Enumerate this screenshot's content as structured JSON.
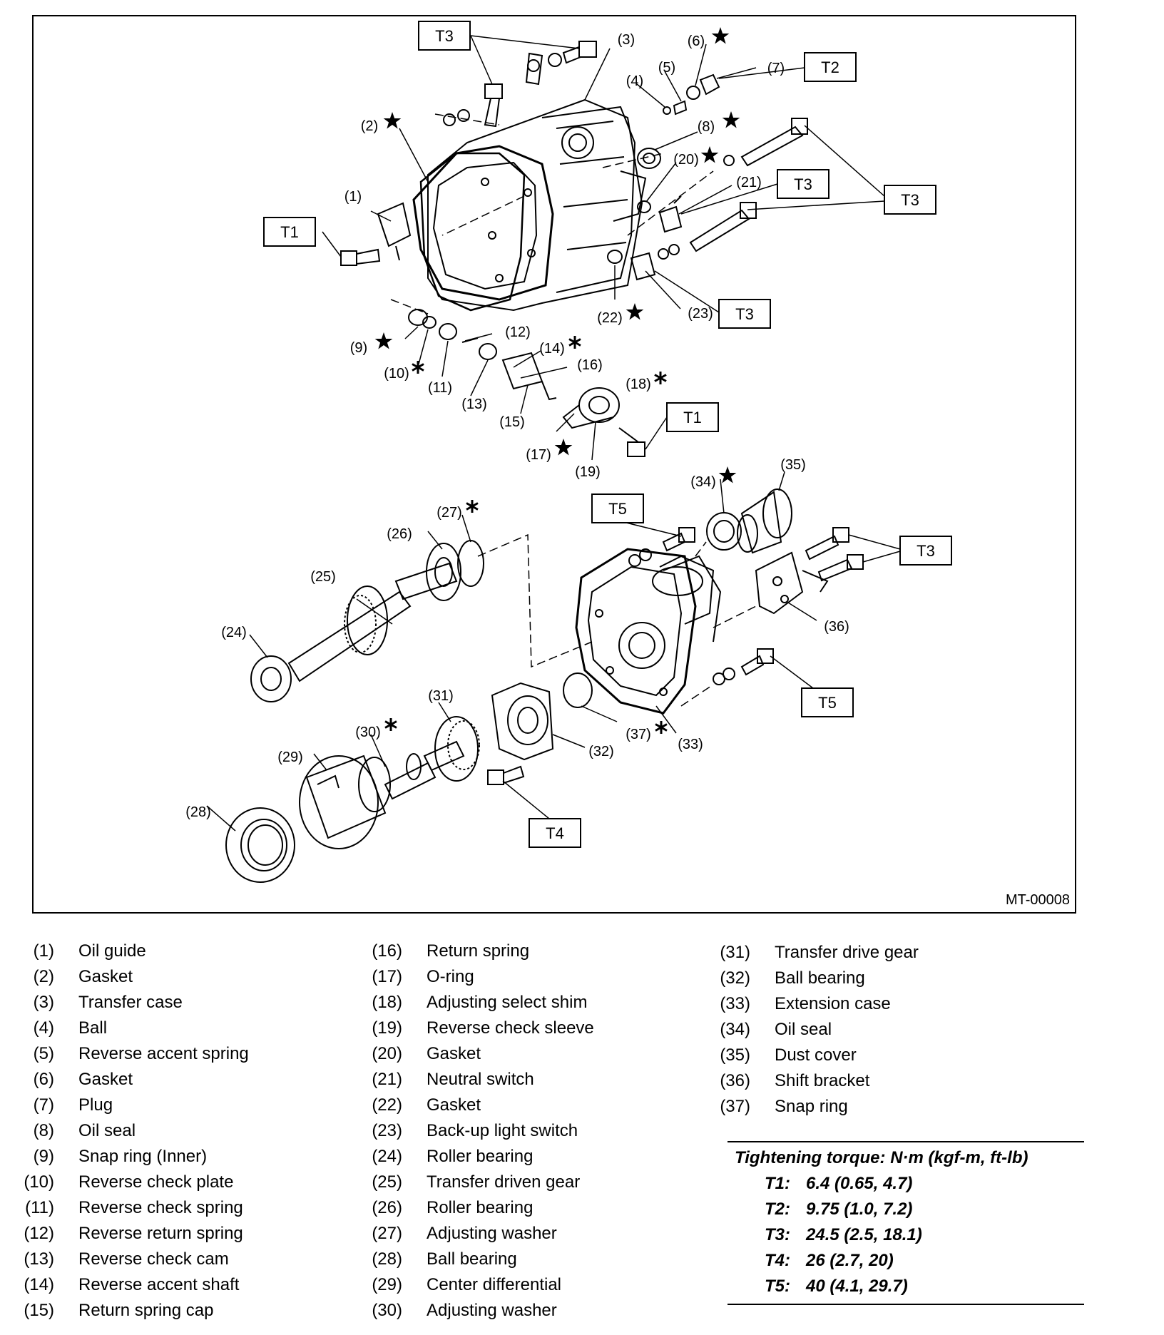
{
  "figure_id": "MT-00008",
  "callouts": {
    "c1": "(1)",
    "c2": "(2)",
    "c3": "(3)",
    "c4": "(4)",
    "c5": "(5)",
    "c6": "(6)",
    "c7": "(7)",
    "c8": "(8)",
    "c9": "(9)",
    "c10": "(10)",
    "c11": "(11)",
    "c12": "(12)",
    "c13": "(13)",
    "c14": "(14)",
    "c15": "(15)",
    "c16": "(16)",
    "c17": "(17)",
    "c18": "(18)",
    "c19": "(19)",
    "c20": "(20)",
    "c21": "(21)",
    "c22": "(22)",
    "c23": "(23)",
    "c24": "(24)",
    "c25": "(25)",
    "c26": "(26)",
    "c27": "(27)",
    "c28": "(28)",
    "c29": "(29)",
    "c30": "(30)",
    "c31": "(31)",
    "c32": "(32)",
    "c33": "(33)",
    "c34": "(34)",
    "c35": "(35)",
    "c36": "(36)",
    "c37": "(37)"
  },
  "torque_tags": {
    "T1": "T1",
    "T2": "T2",
    "T3": "T3",
    "T4": "T4",
    "T5": "T5"
  },
  "legend": {
    "col1": [
      {
        "num": "(1)",
        "label": "Oil guide"
      },
      {
        "num": "(2)",
        "label": "Gasket"
      },
      {
        "num": "(3)",
        "label": "Transfer case"
      },
      {
        "num": "(4)",
        "label": "Ball"
      },
      {
        "num": "(5)",
        "label": "Reverse accent spring"
      },
      {
        "num": "(6)",
        "label": "Gasket"
      },
      {
        "num": "(7)",
        "label": "Plug"
      },
      {
        "num": "(8)",
        "label": "Oil seal"
      },
      {
        "num": "(9)",
        "label": "Snap ring (Inner)"
      },
      {
        "num": "(10)",
        "label": "Reverse check plate"
      },
      {
        "num": "(11)",
        "label": "Reverse check spring"
      },
      {
        "num": "(12)",
        "label": "Reverse return spring"
      },
      {
        "num": "(13)",
        "label": "Reverse check cam"
      },
      {
        "num": "(14)",
        "label": "Reverse accent shaft"
      },
      {
        "num": "(15)",
        "label": "Return spring cap"
      }
    ],
    "col2": [
      {
        "num": "(16)",
        "label": "Return spring"
      },
      {
        "num": "(17)",
        "label": "O-ring"
      },
      {
        "num": "(18)",
        "label": "Adjusting select shim"
      },
      {
        "num": "(19)",
        "label": "Reverse check sleeve"
      },
      {
        "num": "(20)",
        "label": "Gasket"
      },
      {
        "num": "(21)",
        "label": "Neutral switch"
      },
      {
        "num": "(22)",
        "label": "Gasket"
      },
      {
        "num": "(23)",
        "label": "Back-up light switch"
      },
      {
        "num": "(24)",
        "label": "Roller bearing"
      },
      {
        "num": "(25)",
        "label": "Transfer driven gear"
      },
      {
        "num": "(26)",
        "label": "Roller bearing"
      },
      {
        "num": "(27)",
        "label": "Adjusting washer"
      },
      {
        "num": "(28)",
        "label": "Ball bearing"
      },
      {
        "num": "(29)",
        "label": "Center differential"
      },
      {
        "num": "(30)",
        "label": "Adjusting washer"
      }
    ],
    "col3": [
      {
        "num": "(31)",
        "label": "Transfer drive gear"
      },
      {
        "num": "(32)",
        "label": "Ball bearing"
      },
      {
        "num": "(33)",
        "label": "Extension case"
      },
      {
        "num": "(34)",
        "label": "Oil seal"
      },
      {
        "num": "(35)",
        "label": "Dust cover"
      },
      {
        "num": "(36)",
        "label": "Shift bracket"
      },
      {
        "num": "(37)",
        "label": "Snap ring"
      }
    ]
  },
  "torque_table": {
    "heading": "Tightening torque: N·m (kgf-m, ft-lb)",
    "rows": [
      {
        "key": "T1:",
        "value": "6.4 (0.65, 4.7)"
      },
      {
        "key": "T2:",
        "value": "9.75 (1.0, 7.2)"
      },
      {
        "key": "T3:",
        "value": "24.5 (2.5, 18.1)"
      },
      {
        "key": "T4:",
        "value": "26 (2.7, 20)"
      },
      {
        "key": "T5:",
        "value": "40 (4.1, 29.7)"
      }
    ]
  }
}
